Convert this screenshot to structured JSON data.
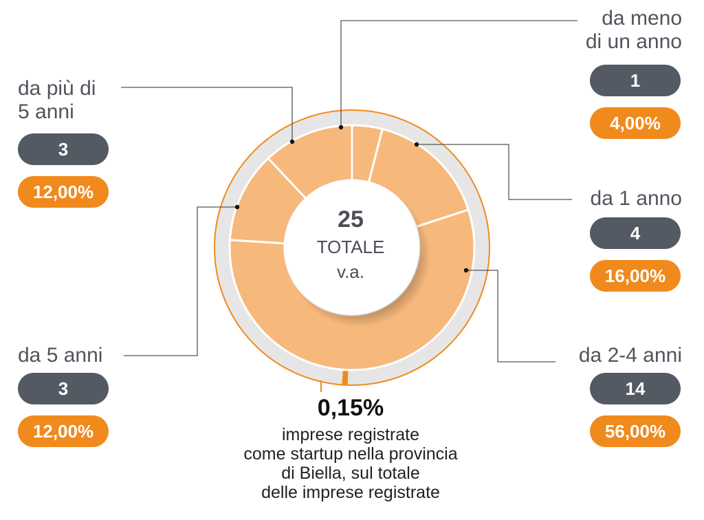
{
  "chart_data": {
    "type": "pie",
    "total": 25,
    "total_label": "TOTALE",
    "unit_label": "v.a.",
    "categories": [
      "da meno\ndi un anno",
      "da 1 anno",
      "da 2-4 anni",
      "da 5 anni",
      "da più di\n5 anni"
    ],
    "values": [
      1,
      4,
      14,
      3,
      3
    ],
    "percentages": [
      "4,00%",
      "16,00%",
      "56,00%",
      "12,00%",
      "12,00%"
    ],
    "share": {
      "value_pct": 0.15,
      "value_label": "0,15%",
      "caption": "imprese registrate\ncome startup nella provincia\ndi Biella, sul totale\ndelle imprese registrate"
    }
  },
  "labels": {
    "lt1": "da meno\ndi un anno",
    "y1": "da 1 anno",
    "y24": "da 2-4 anni",
    "y5": "da 5 anni",
    "gt5": "da più di\n5 anni"
  },
  "counts": {
    "lt1": "1",
    "y1": "4",
    "y24": "14",
    "y5": "3",
    "gt5": "3"
  },
  "pcts": {
    "lt1": "4,00%",
    "y1": "16,00%",
    "y24": "56,00%",
    "y5": "12,00%",
    "gt5": "12,00%"
  },
  "center": {
    "total": "25",
    "label": "TOTALE",
    "sub": "v.a."
  },
  "footnote": {
    "value": "0,15%",
    "text": "imprese registrate\ncome startup nella provincia\ndi Biella, sul totale\ndelle imprese registrate"
  },
  "colors": {
    "segment": "#f7b87c",
    "ring": "#e6e6e6",
    "accent": "#f08a1c",
    "pill_dark": "#545a64",
    "line": "#555555"
  }
}
